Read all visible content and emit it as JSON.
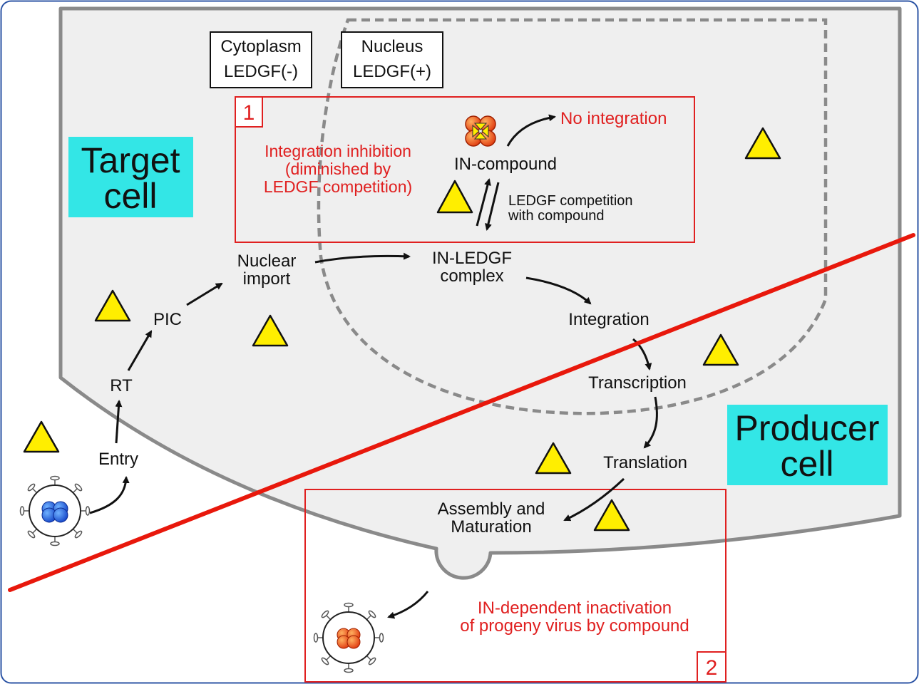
{
  "labels": {
    "cytoplasm": [
      "Cytoplasm",
      "LEDGF(-)"
    ],
    "nucleus": [
      "Nucleus",
      "LEDGF(+)"
    ],
    "target_cell": [
      "Target",
      "cell"
    ],
    "producer_cell": [
      "Producer",
      "cell"
    ],
    "box1_number": "1",
    "box2_number": "2",
    "no_integration": "No integration",
    "inhibition": [
      "Integration inhibition",
      "(diminished by",
      "LEDGF competition)"
    ],
    "in_compound": "IN-compound",
    "ledgf_competition": [
      "LEDGF competition",
      "with compound"
    ],
    "nuclear_import": [
      "Nuclear",
      "import"
    ],
    "in_ledgf": [
      "IN-LEDGF",
      "complex"
    ],
    "integration": "Integration",
    "transcription": "Transcription",
    "translation": "Translation",
    "assembly": [
      "Assembly and",
      "Maturation"
    ],
    "inactivation": [
      "IN-dependent inactivation",
      "of progeny virus by compound"
    ],
    "pic": "PIC",
    "rt": "RT",
    "entry": "Entry"
  },
  "colors": {
    "cell_fill": "#efefef",
    "cell_stroke": "#8a8a8a",
    "accent_red": "#e02020",
    "cyan_label": "#33e6e6",
    "triangle": "#ffee00",
    "frame": "#2d55a5"
  },
  "icons": [
    "compound-icon",
    "virus-icon",
    "progeny-virus-icon",
    "triangle-icon"
  ]
}
